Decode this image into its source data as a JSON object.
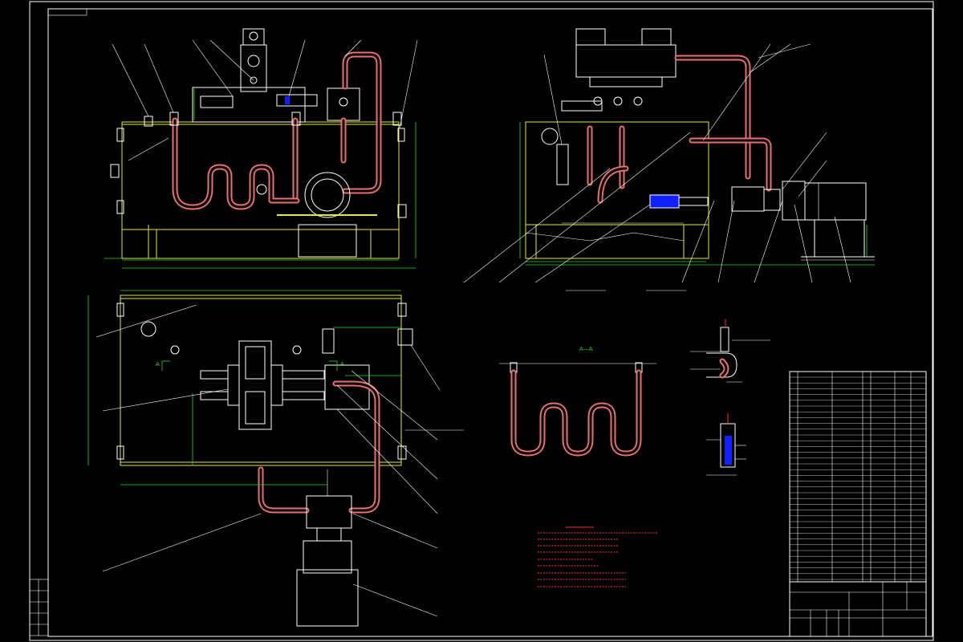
{
  "drawing": {
    "section_label": "A—A",
    "section_arrow_labels": [
      "A",
      "A"
    ],
    "colors": {
      "background": "#000000",
      "outline": "#ffffff",
      "tank": "#e8e830",
      "dimension": "#22dd22",
      "pipe": "#e87070",
      "note": "#ff3030",
      "filter": "#1020ff"
    }
  }
}
